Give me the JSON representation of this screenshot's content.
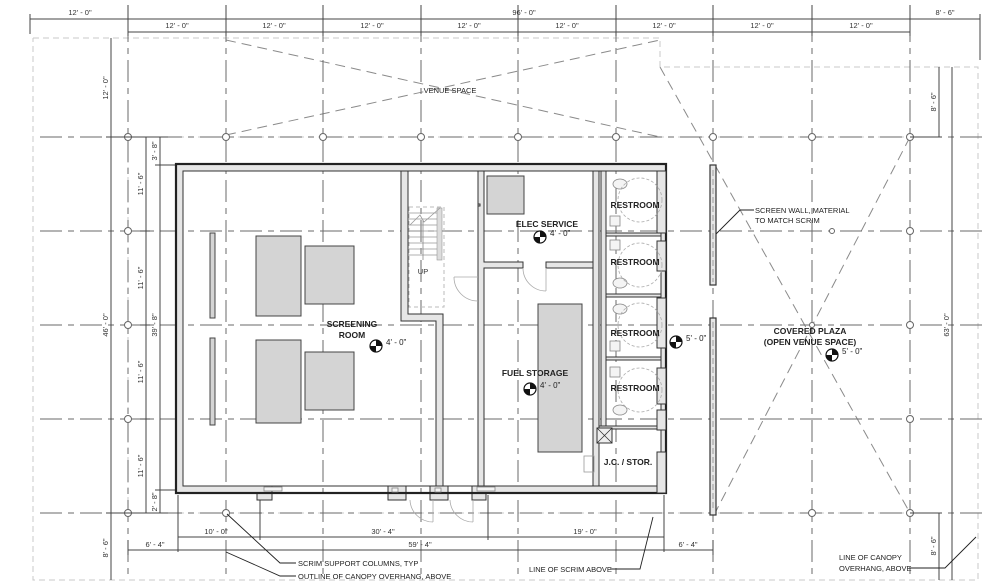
{
  "drawing": {
    "type": "floor-plan",
    "title": "Floor Plan - Screening / Fuel Storage Building with Covered Plaza"
  },
  "dimensions": {
    "top_overall": {
      "left_bay": "12' - 0\"",
      "overall": "96' - 0\"",
      "right_bay": "8' - 6\""
    },
    "top_bays": [
      "12' - 0\"",
      "12' - 0\"",
      "12' - 0\"",
      "12' - 0\"",
      "12' - 0\"",
      "12' - 0\"",
      "12' - 0\"",
      "12' - 0\""
    ],
    "left_outer": {
      "top": "12' - 0\"",
      "middle": "46' - 0\"",
      "bottom": "8' - 6\""
    },
    "left_bays": [
      "11' - 6\"",
      "11' - 6\"",
      "11' - 6\"",
      "11' - 6\""
    ],
    "left_building": {
      "top_offset": "3' - 8\"",
      "overall": "39' - 8\"",
      "bottom_offset": "2' - 8\""
    },
    "right_outer": {
      "top": "8' - 6\"",
      "overall": "63' - 0\"",
      "bottom": "8' - 6\""
    },
    "bottom_row1": [
      "10' - 0\"",
      "30' - 4\"",
      "19' - 0\""
    ],
    "bottom_row2": {
      "left": "6' - 4\"",
      "overall": "59' - 4\"",
      "right": "6' - 4\""
    }
  },
  "rooms": [
    {
      "name": "SCREENING",
      "name2": "ROOM",
      "elevation": "4' - 0\""
    },
    {
      "name": "ELEC SERVICE",
      "elevation": "4' - 0\""
    },
    {
      "name": "FUEL STORAGE",
      "elevation": "4' - 0\""
    },
    {
      "name": "RESTROOM"
    },
    {
      "name": "RESTROOM"
    },
    {
      "name": "RESTROOM"
    },
    {
      "name": "RESTROOM"
    },
    {
      "name": "J.C. / STOR."
    },
    {
      "name": "COVERED PLAZA",
      "name2": "(OPEN VENUE SPACE)",
      "elevation": "5' - 0\""
    }
  ],
  "restroom_corridor_elevation": "5' - 0\"",
  "stair_label": "UP",
  "labels": {
    "venue_space": "VENUE SPACE"
  },
  "notes": {
    "screen_wall_1": "SCREEN WALL, MATERIAL",
    "screen_wall_2": "TO MATCH SCRIM",
    "scrim_columns": "SCRIM SUPPORT COLUMNS, TYP",
    "canopy_outline": "OUTLINE OF CANOPY OVERHANG, ABOVE",
    "scrim_line": "LINE OF SCRIM ABOVE",
    "canopy_line_1": "LINE OF CANOPY",
    "canopy_line_2": "OVERHANG, ABOVE"
  },
  "colors": {
    "wall": "#222222",
    "equipment_fill": "#d4d4d4",
    "grid": "#6a6a6a",
    "canopy_outline": "#c8c8c8"
  }
}
